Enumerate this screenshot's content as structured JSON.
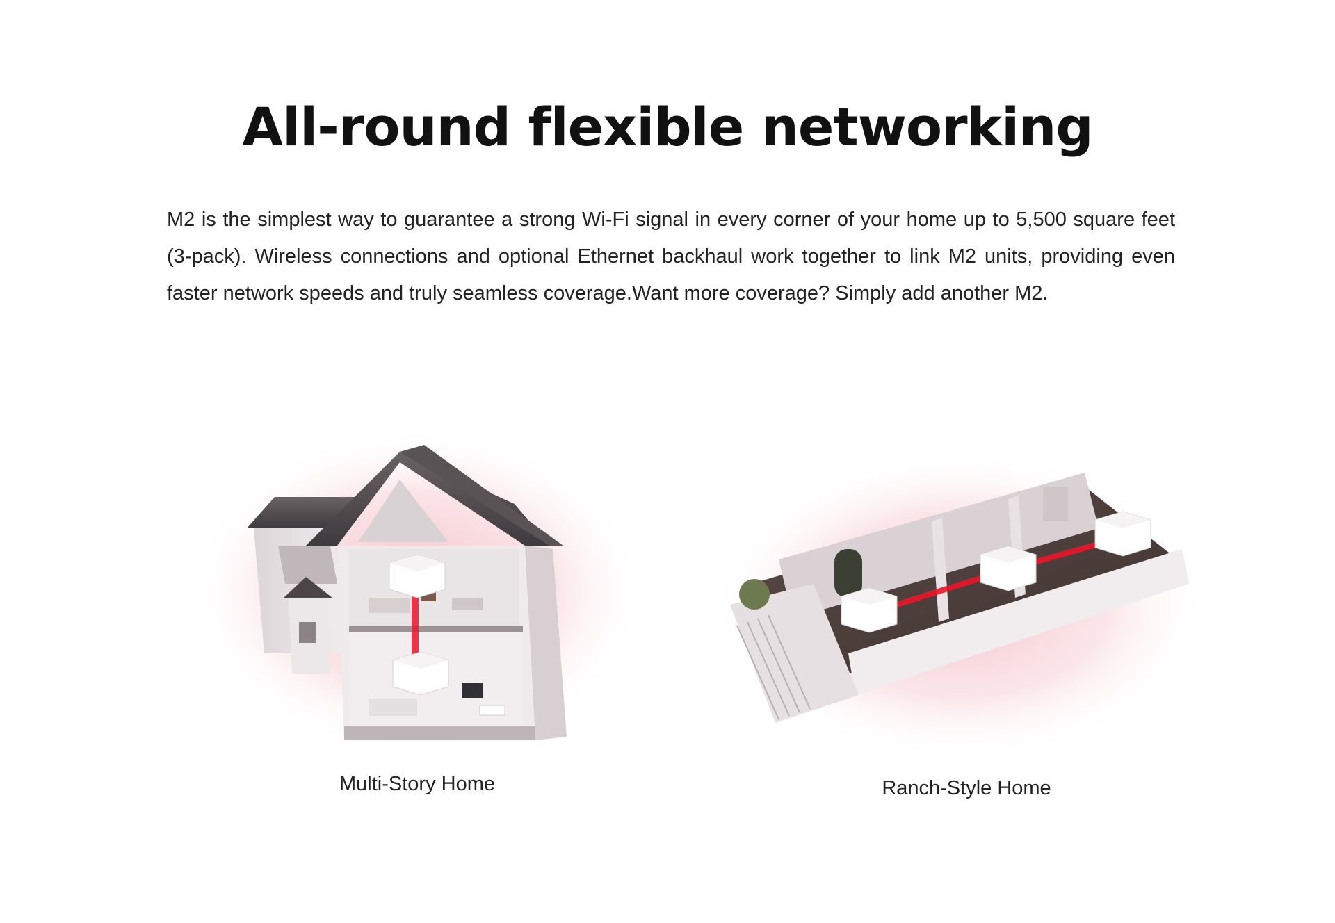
{
  "headline": "All-round flexible networking",
  "intro": "M2 is the simplest way to guarantee a strong Wi-Fi signal in every corner of your home up to 5,500 square feet (3-pack). Wireless connections and optional Ethernet backhaul work together to link M2 units, providing even faster network speeds and truly seamless coverage.Want more coverage? Simply add another M2.",
  "scenes": [
    {
      "caption": "Multi-Story Home",
      "icon": "multi-story-house-illustration"
    },
    {
      "caption": "Ranch-Style Home",
      "icon": "ranch-style-house-illustration"
    }
  ],
  "colors": {
    "accent_link": "#e8162b",
    "glow": "#f5c6cc",
    "text": "#222222"
  }
}
